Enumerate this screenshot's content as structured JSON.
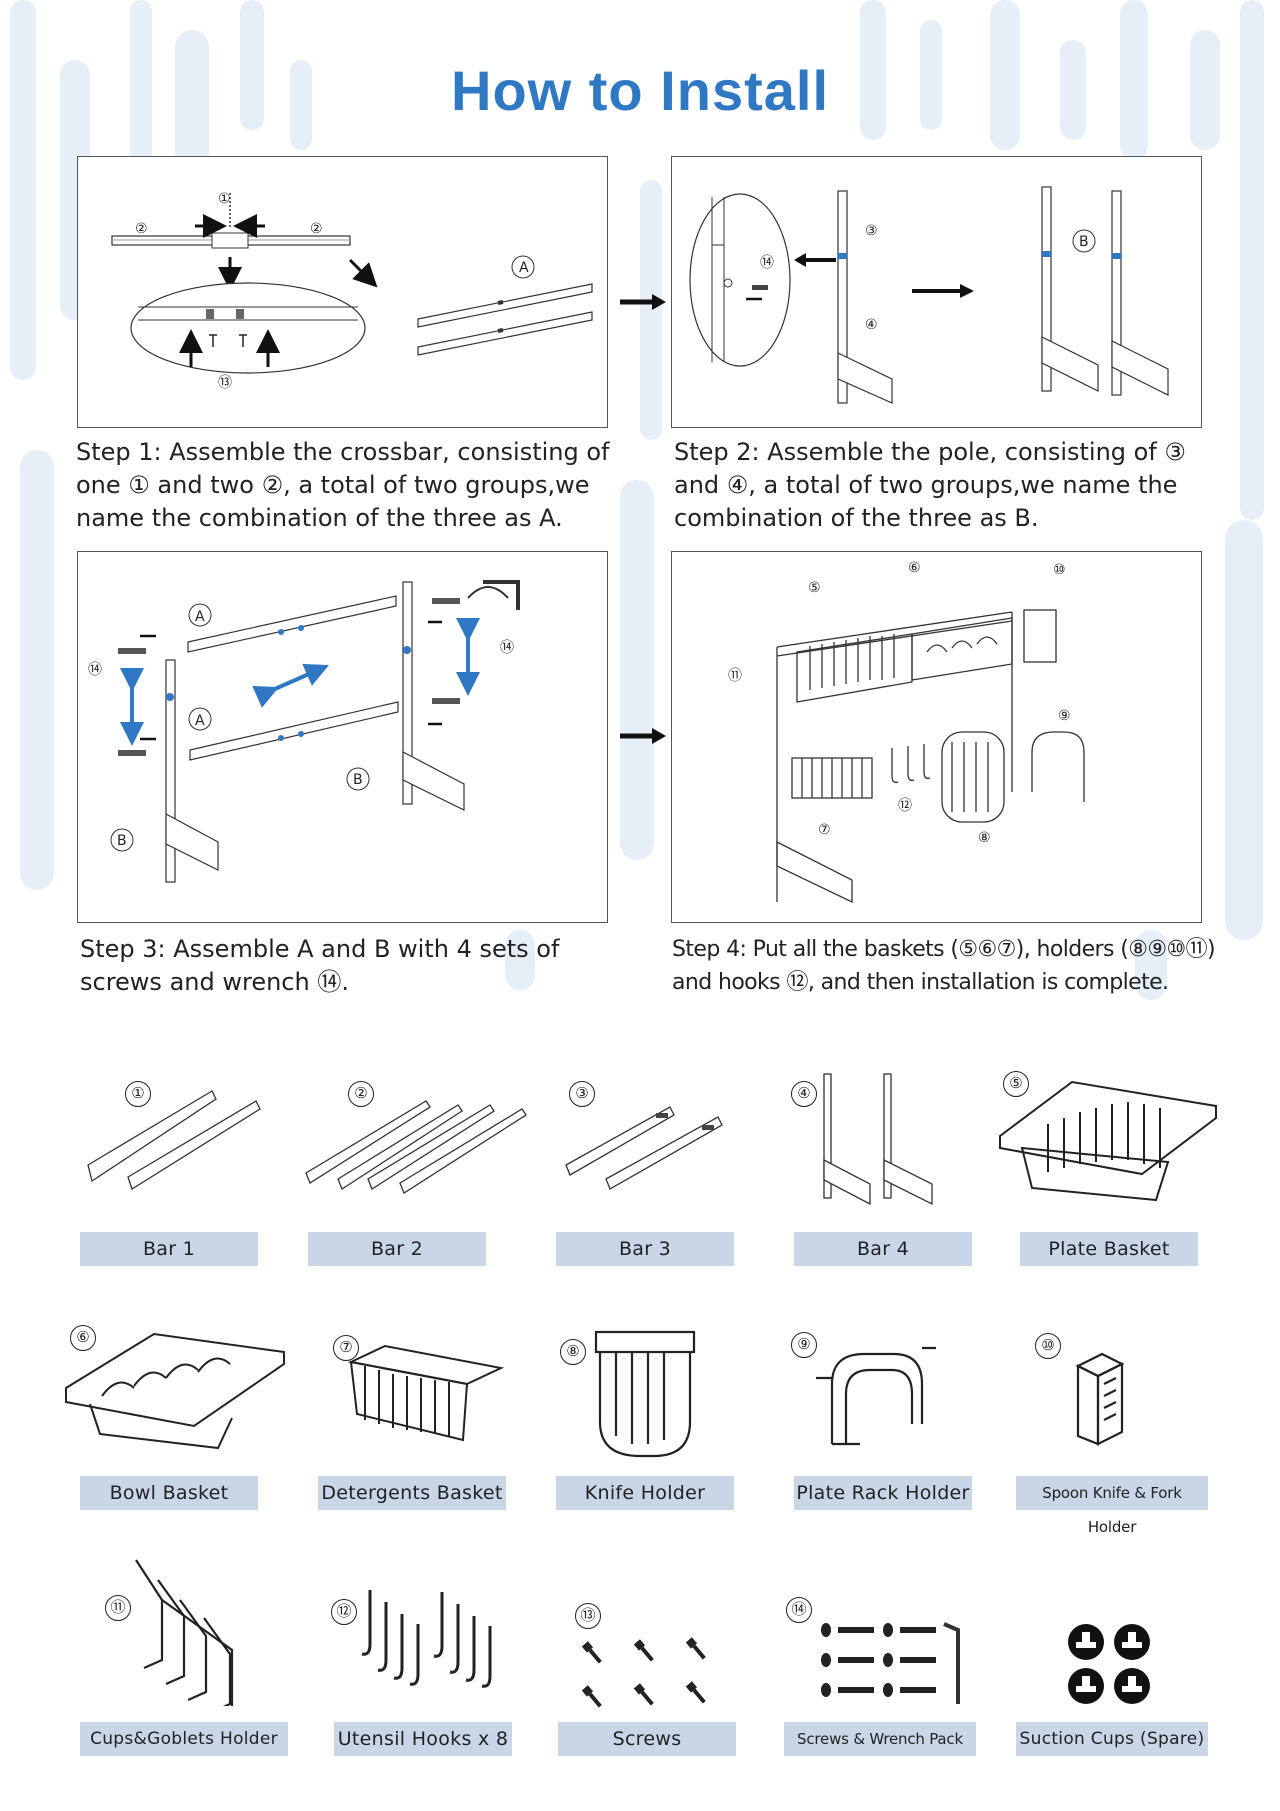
{
  "title": "How to Install",
  "steps": [
    {
      "text": "Step 1: Assemble the crossbar, consisting of one ① and two ②, a total of two groups,we name the combination of the three as A."
    },
    {
      "text": "Step 2: Assemble the pole, consisting of ③ and ④, a total of two groups,we name the combination of the three as B."
    },
    {
      "text": "Step 3: Assemble A and B with 4 sets of screws and wrench ⑭."
    },
    {
      "text": "Step 4: Put all the baskets (⑤⑥⑦), holders (⑧⑨⑩⑪) and hooks ⑫, and then installation is complete."
    }
  ],
  "diagram_labels": {
    "n1": "①",
    "n2": "②",
    "n3": "③",
    "n4": "④",
    "n5": "⑤",
    "n6": "⑥",
    "n7": "⑦",
    "n8": "⑧",
    "n9": "⑨",
    "n10": "⑩",
    "n11": "⑪",
    "n12": "⑫",
    "n13": "⑬",
    "n14": "⑭",
    "a": "A",
    "b": "B"
  },
  "parts": [
    {
      "num": "①",
      "label": "Bar 1"
    },
    {
      "num": "②",
      "label": "Bar 2"
    },
    {
      "num": "③",
      "label": "Bar 3"
    },
    {
      "num": "④",
      "label": "Bar 4"
    },
    {
      "num": "⑤",
      "label": "Plate Basket"
    },
    {
      "num": "⑥",
      "label": "Bowl Basket"
    },
    {
      "num": "⑦",
      "label": "Detergents Basket"
    },
    {
      "num": "⑧",
      "label": "Knife Holder"
    },
    {
      "num": "⑨",
      "label": "Plate Rack Holder"
    },
    {
      "num": "⑩",
      "label": "Spoon Knife & Fork Holder"
    },
    {
      "num": "⑪",
      "label": "Cups&Goblets Holder"
    },
    {
      "num": "⑫",
      "label": "Utensil Hooks x 8"
    },
    {
      "num": "⑬",
      "label": "Screws"
    },
    {
      "num": "⑭",
      "label": "Screws & Wrench Pack"
    },
    {
      "num": "",
      "label": "Suction Cups (Spare)"
    }
  ],
  "colors": {
    "accent": "#2f78c4",
    "label_bg": "#c9d6e8",
    "stripe": "#e3edf8"
  }
}
